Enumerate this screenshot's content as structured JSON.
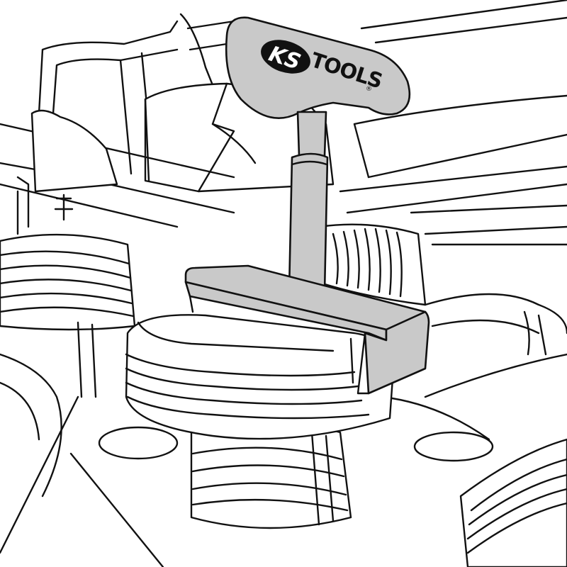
{
  "brand": {
    "prefix": "KS",
    "suffix": "TOOLS",
    "registered_mark": "®"
  },
  "colors": {
    "tool_fill": "#c9c9c9",
    "line": "#111111",
    "background": "#ffffff",
    "logo_badge": "#111111"
  },
  "icons": [
    "ks-tools-logo"
  ]
}
